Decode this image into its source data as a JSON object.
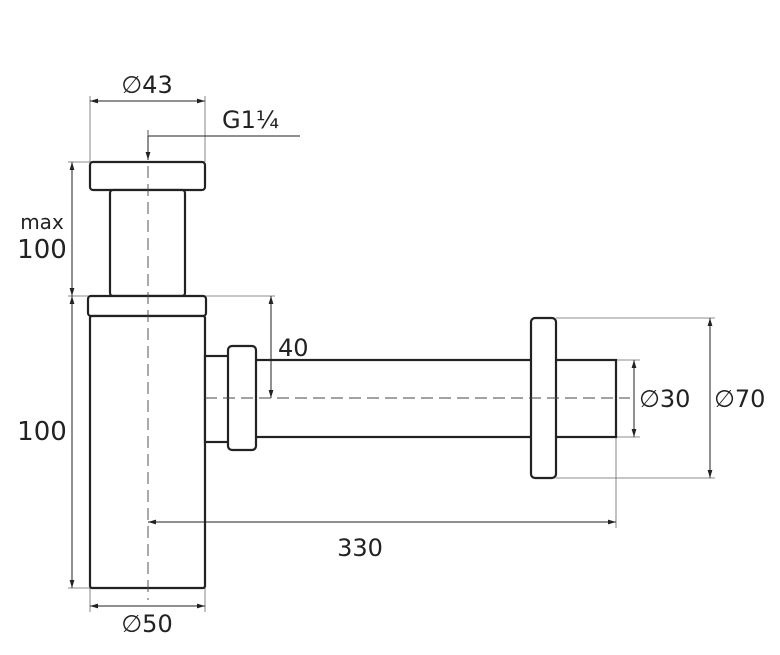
{
  "dimensions": {
    "top_diameter": "∅43",
    "thread": "G1¼",
    "max_label": "max",
    "max_height": "100",
    "body_height": "100",
    "offset": "40",
    "pipe_diameter": "∅30",
    "flange_diameter": "∅70",
    "length": "330",
    "body_diameter": "∅50"
  }
}
